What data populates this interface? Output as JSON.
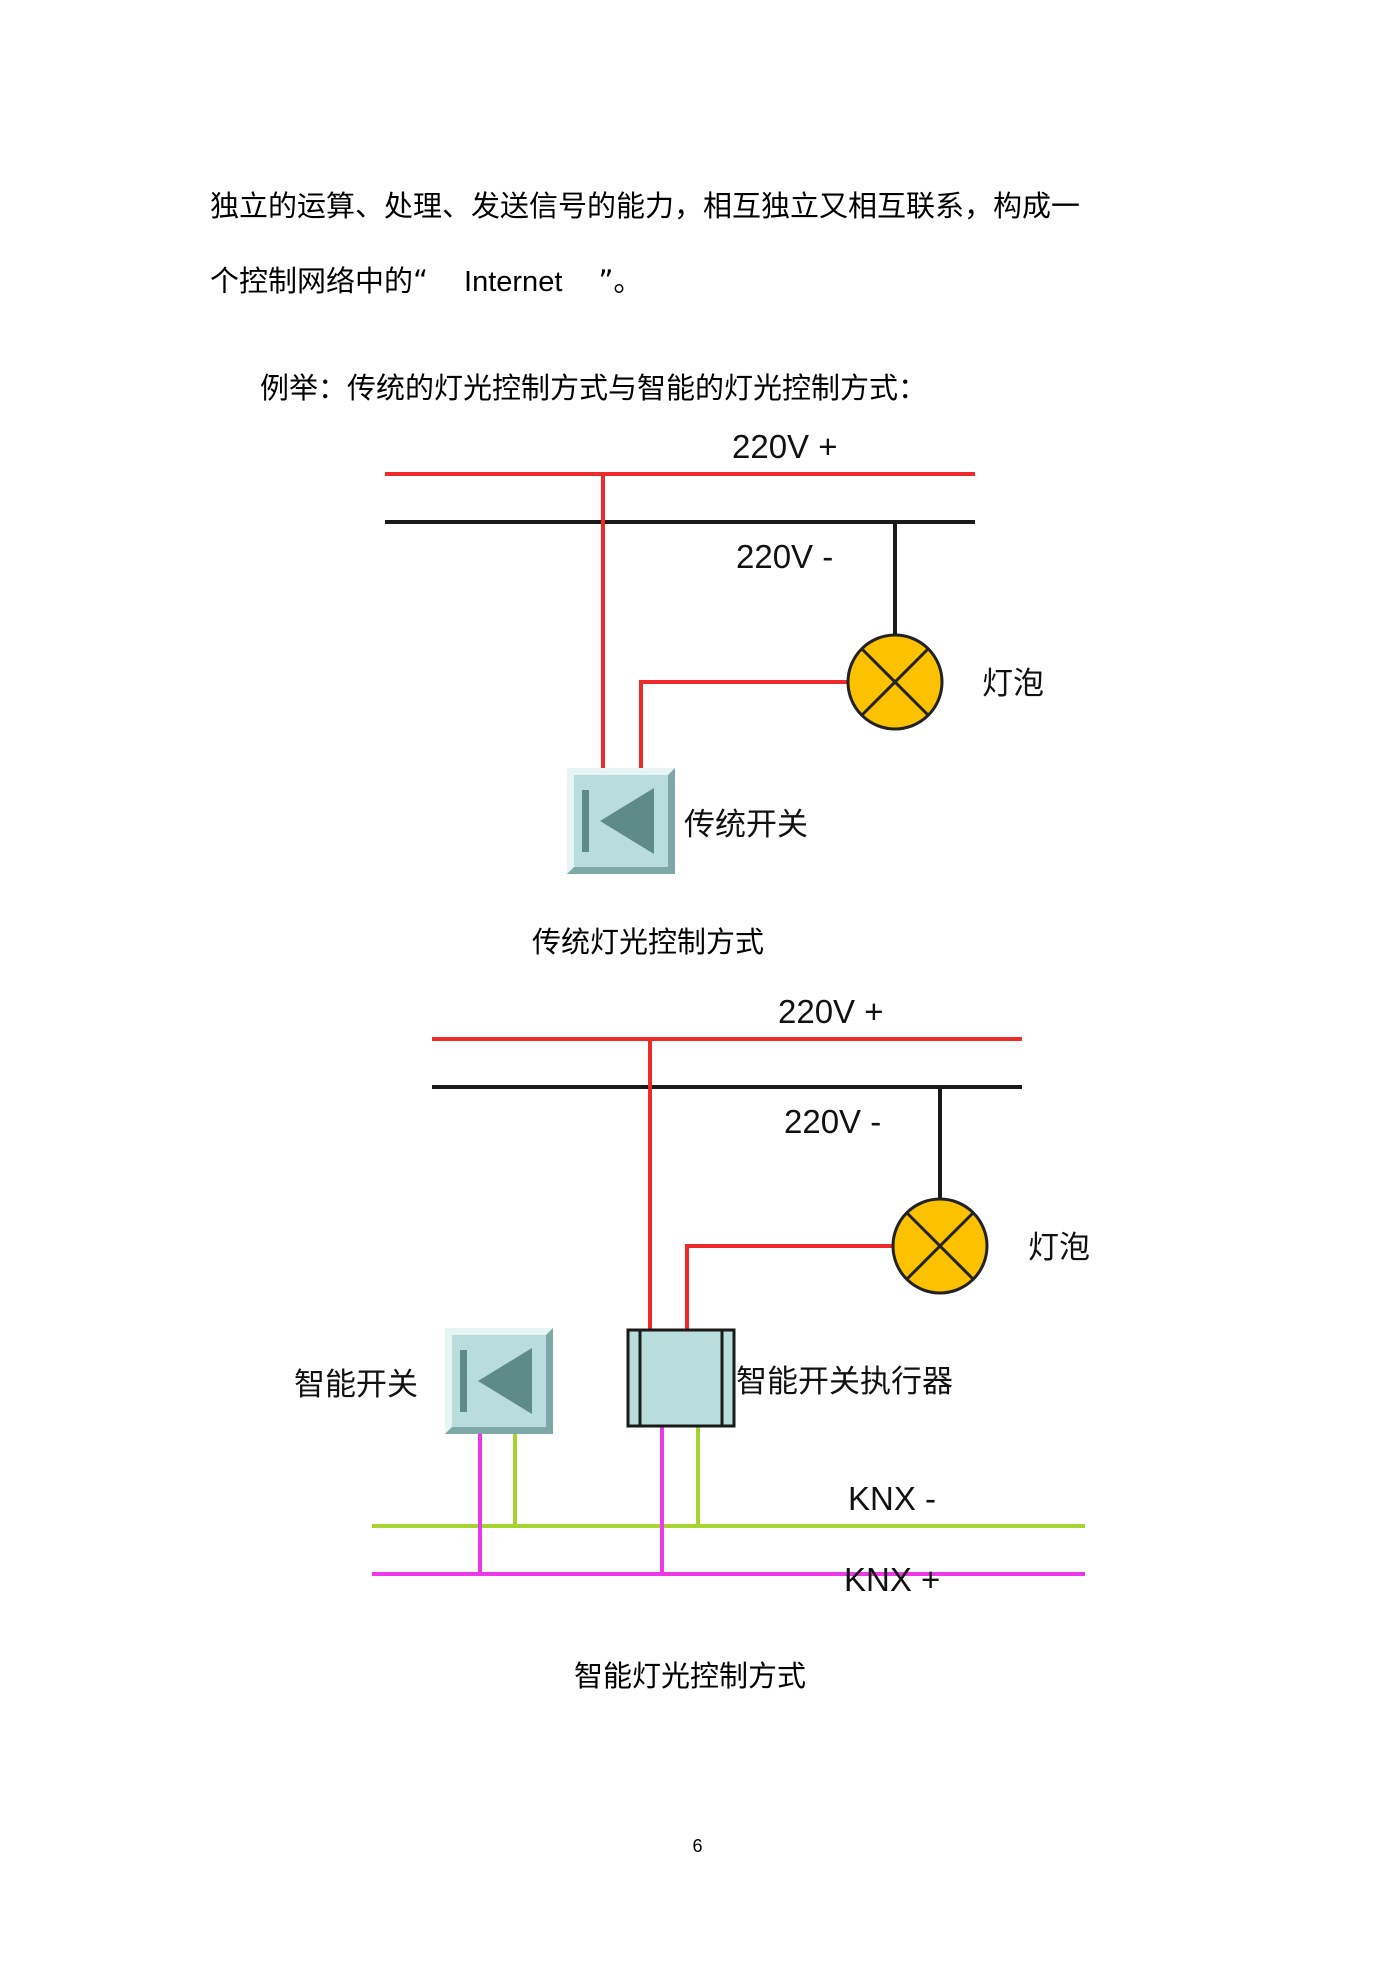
{
  "body": {
    "line1": "独立的运算、处理、发送信号的能力，相互独立又相互联系，构成一",
    "line2_prefix": "个控制网络中的“",
    "line2_term": "Internet",
    "line2_suffix": "”。",
    "example_intro": "例举：传统的灯光控制方式与智能的灯光控制方式："
  },
  "diagram_traditional": {
    "label_positive": "220V +",
    "label_negative": "220V -",
    "label_bulb": "灯泡",
    "label_switch": "传统开关",
    "caption": "传统灯光控制方式"
  },
  "diagram_smart": {
    "label_positive": "220V +",
    "label_negative": "220V -",
    "label_bulb": "灯泡",
    "label_switch": "智能开关",
    "label_actuator": "智能开关执行器",
    "label_knx_negative": "KNX -",
    "label_knx_positive": "KNX +",
    "caption": "智能灯光控制方式"
  },
  "colors": {
    "live_wire": "#ee2a2a",
    "neutral_wire": "#1a1a1a",
    "knx_negative_wire": "#a6d430",
    "knx_positive_wire": "#ec38e8",
    "bulb_fill": "#fcc200",
    "switch_fill": "#b9dcdc",
    "switch_symbol": "#5f8a8a"
  },
  "footer": {
    "page_number": "6"
  }
}
